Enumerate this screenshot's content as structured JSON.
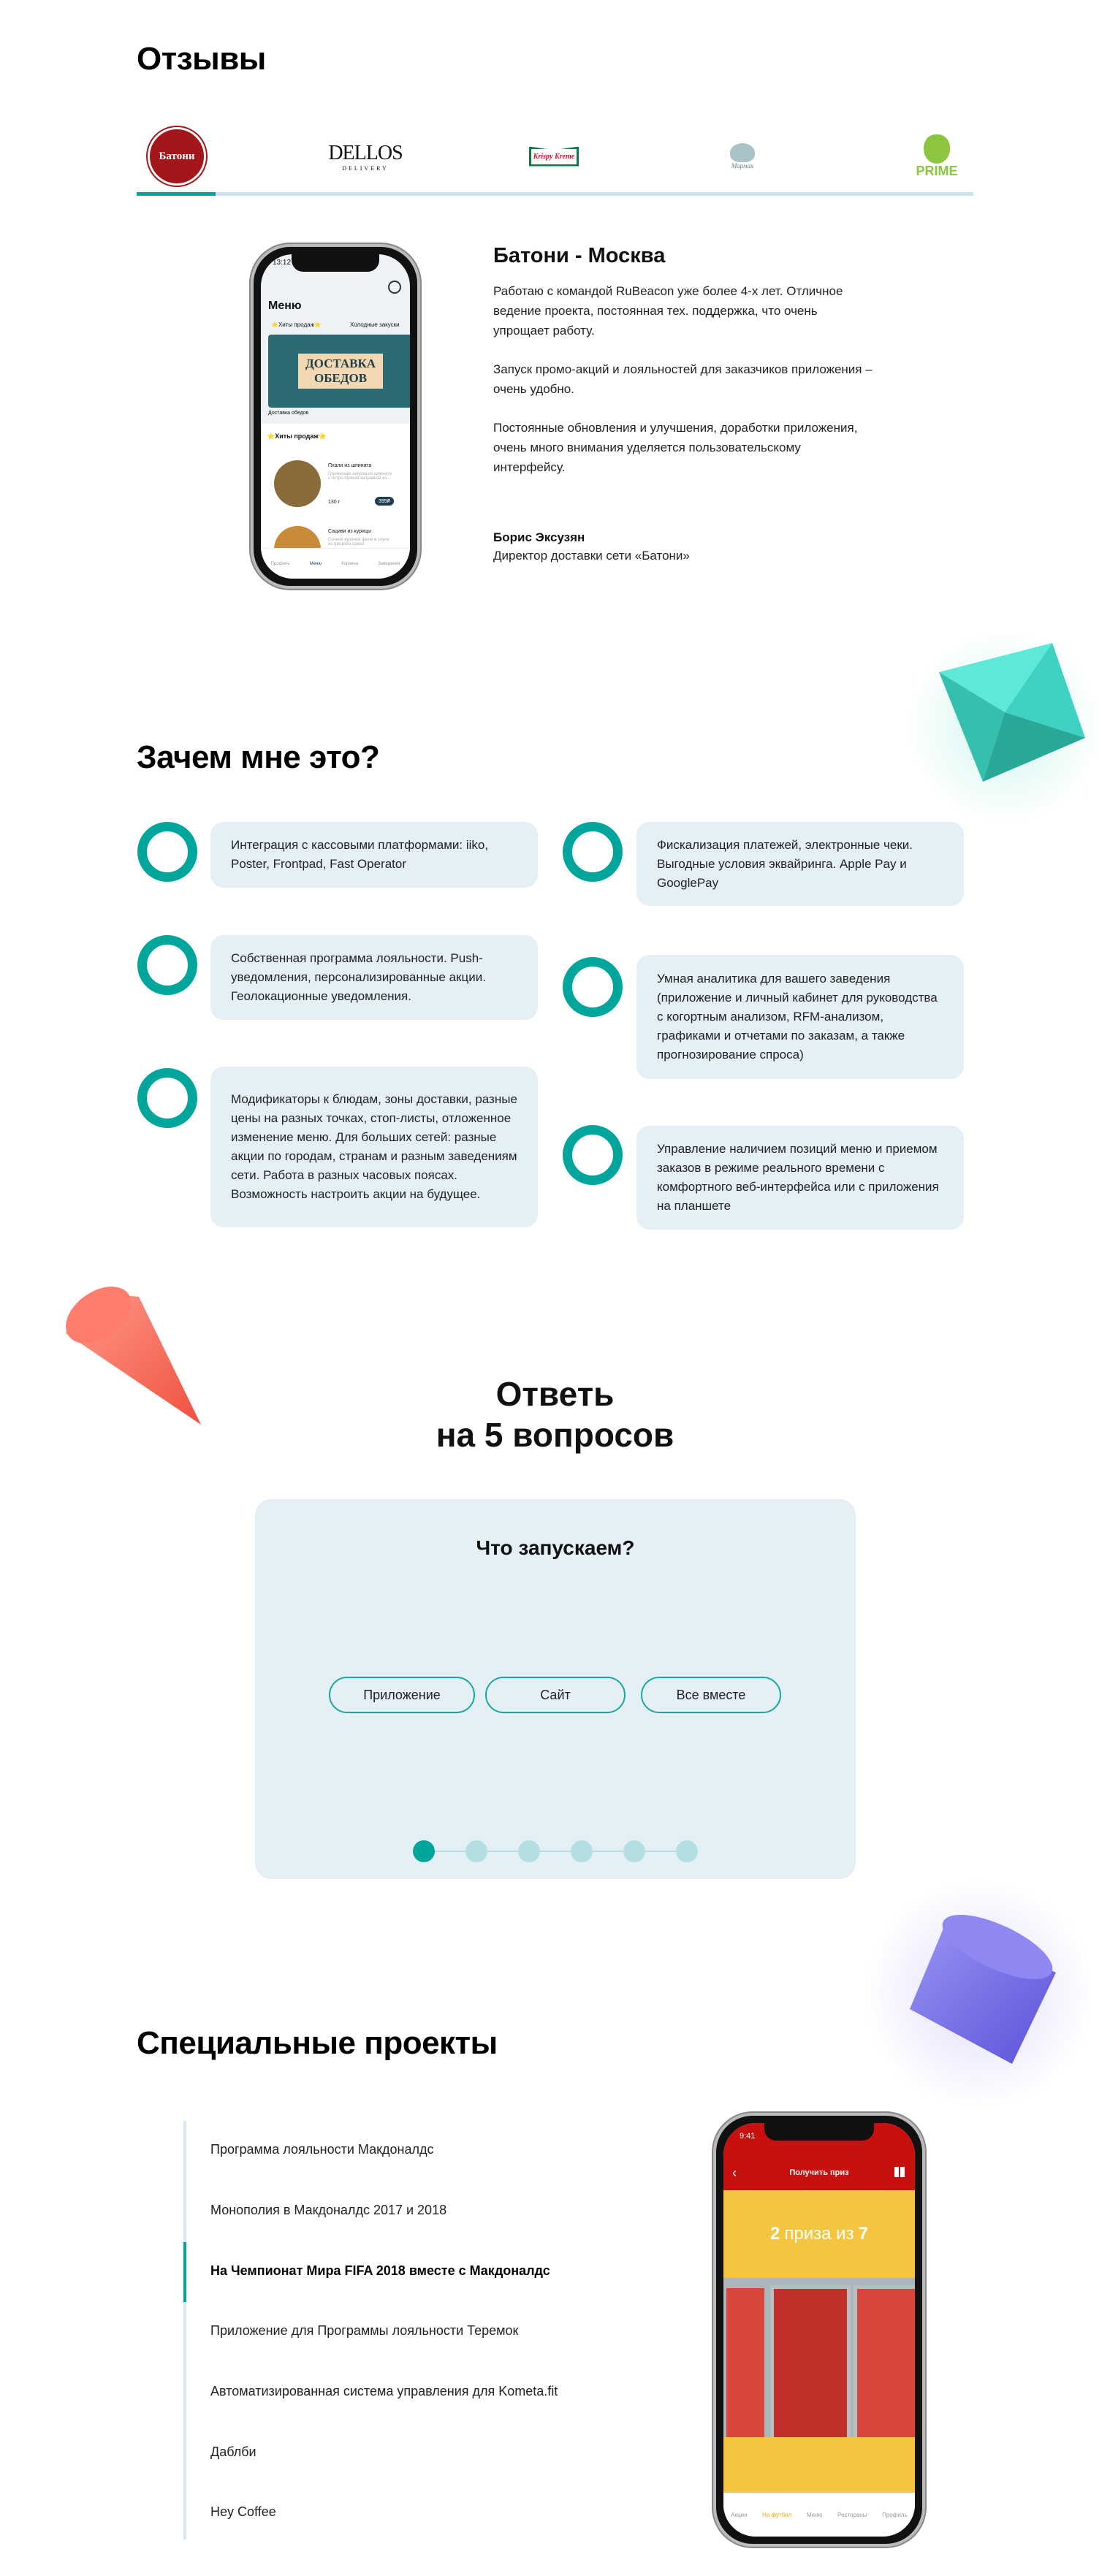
{
  "reviews": {
    "title": "Отзывы",
    "logos": [
      {
        "name": "Батони",
        "color": "#a3161a"
      },
      {
        "name": "DELLOS",
        "sub": "DELIVERY"
      },
      {
        "name": "Krispy Kreme",
        "color": "#0a7a45"
      },
      {
        "name": "Мармак"
      },
      {
        "name": "PRIME",
        "color": "#8cc63f"
      }
    ],
    "active_index": 0,
    "phone": {
      "time": "13:12",
      "menu_title": "Меню",
      "tabs": [
        "⭐Хиты продаж⭐",
        "Холодные закуски"
      ],
      "banner_line1": "ДОСТАВКА",
      "banner_line2": "ОБЕДОВ",
      "banner_caption": "Доставка обедов",
      "section": "⭐Хиты продаж⭐",
      "item1_name": "Пхали из шпината",
      "item1_desc": "Грузинская закуска из шпината с остро-пряной заправкой из...",
      "item1_weight": "130 г",
      "item1_price": "395₽",
      "item2_name": "Сациви из курицы",
      "item2_desc": "Сочное куриное филе в соусе из грецкого ореха",
      "nav": [
        "Профиль",
        "Меню",
        "Корзина",
        "Заведения"
      ]
    },
    "title_text": "Батони - Москва",
    "paragraphs": [
      "Работаю с командой RuBeacon уже более 4-х лет. Отличное ведение проекта, постоянная тех. поддержка, что очень упрощает работу.",
      "Запуск промо-акций и лояльностей для заказчиков приложения – очень удобно.",
      "Постоянные обновления и улучшения, доработки приложения, очень много внимания уделяется пользовательскому интерфейсу."
    ],
    "author": "Борис Эксузян",
    "author_role": "Директор доставки сети «Батони»"
  },
  "why": {
    "title": "Зачем мне это?",
    "accent": "#00a69c",
    "left": [
      "Интеграция с кассовыми платформами: iiko, Poster, Frontpad, Fast Operator",
      "Собственная программа лояльности. Push-уведомления, персонализированные акции. Геолокационные уведомления.",
      "Модификаторы к блюдам, зоны доставки, разные цены на разных точках, стоп-листы, отложенное изменение меню. Для больших сетей: разные акции по городам, странам и разным заведениям сети. Работа в разных часовых поясах. Возможность настроить акции на будущее."
    ],
    "right": [
      "Фискализация платежей, электронные чеки. Выгодные условия эквайринга. Apple Pay и GooglePay",
      "Умная аналитика для вашего заведения (приложение и личный кабинет для руководства с когортным анализом, RFM-анализом, графиками и отчетами по заказам, а также прогнозирование спроса)",
      "Управление наличием позиций меню и приемом заказов в режиме реального времени с комфортного веб-интерфейса или с приложения на планшете"
    ]
  },
  "quiz": {
    "title_line1": "Ответь",
    "title_line2": "на 5 вопросов",
    "question": "Что запускаем?",
    "options": [
      "Приложение",
      "Сайт",
      "Все вместе"
    ],
    "steps_total": 6,
    "current_step": 1
  },
  "projects": {
    "title": "Специальные проекты",
    "items": [
      "Программа лояльности Макдоналдс",
      "Монополия в Макдоналдс 2017 и 2018",
      "На Чемпионат Мира FIFA 2018 вместе с Макдоналдс",
      "Приложение для Программы лояльности Теремок",
      "Автоматизированная система управления для Kometa.fit",
      "Даблби",
      "Hey Coffee"
    ],
    "active_index": 2,
    "phone": {
      "time": "9:41",
      "header": "Получить приз",
      "counter_num": "2",
      "counter_text": "приза из",
      "counter_total": "7",
      "nav": [
        "Акции",
        "На футбол",
        "Меню",
        "Рестораны",
        "Профиль"
      ]
    }
  }
}
